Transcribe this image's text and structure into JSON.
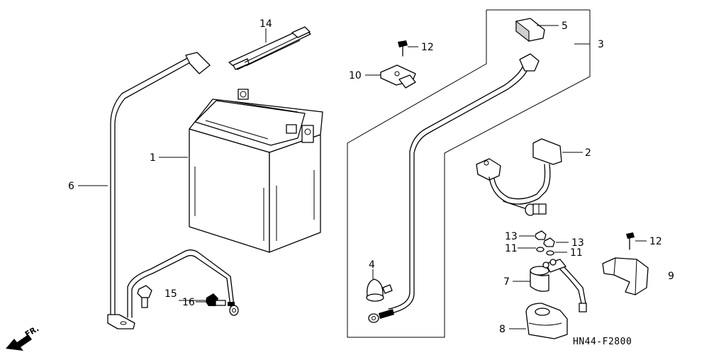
{
  "diagram": {
    "code": "HN44-F2800",
    "front_label": "FR.",
    "callouts": {
      "c1": "1",
      "c2": "2",
      "c3": "3",
      "c4": "4",
      "c5": "5",
      "c6": "6",
      "c7": "7",
      "c8": "8",
      "c9": "9",
      "c10": "10",
      "c11a": "11",
      "c11b": "11",
      "c12a": "12",
      "c12b": "12",
      "c13a": "13",
      "c13b": "13",
      "c14": "14",
      "c15": "15",
      "c16": "16"
    }
  }
}
